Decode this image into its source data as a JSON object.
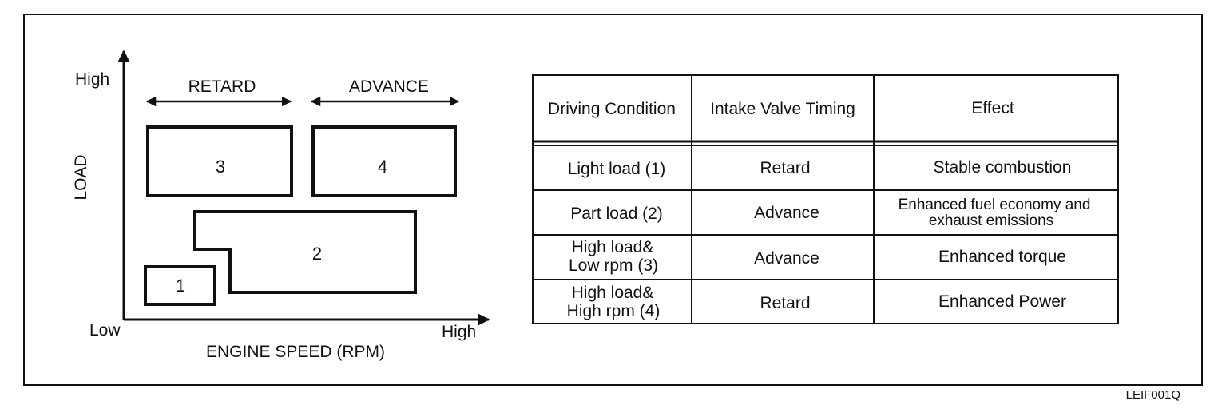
{
  "chart": {
    "y_axis_label": "LOAD",
    "y_high": "High",
    "x_low": "Low",
    "x_high": "High",
    "x_axis_label": "ENGINE SPEED (RPM)",
    "range_labels": {
      "retard": "RETARD",
      "advance": "ADVANCE"
    },
    "regions": [
      {
        "label": "1"
      },
      {
        "label": "2"
      },
      {
        "label": "3"
      },
      {
        "label": "4"
      }
    ]
  },
  "table": {
    "headers": [
      "Driving Condition",
      "Intake Valve Timing",
      "Effect"
    ],
    "rows": [
      {
        "condition": [
          "Light load (1)"
        ],
        "timing": "Retard",
        "effect": [
          "Stable combustion"
        ]
      },
      {
        "condition": [
          "Part load (2)"
        ],
        "timing": "Advance",
        "effect": [
          "Enhanced fuel economy and",
          "exhaust emissions"
        ]
      },
      {
        "condition": [
          "High load&",
          "Low rpm (3)"
        ],
        "timing": "Advance",
        "effect": [
          "Enhanced torque"
        ]
      },
      {
        "condition": [
          "High load&",
          "High rpm (4)"
        ],
        "timing": "Retard",
        "effect": [
          "Enhanced Power"
        ]
      }
    ]
  },
  "figure_code": "LEIF001Q"
}
